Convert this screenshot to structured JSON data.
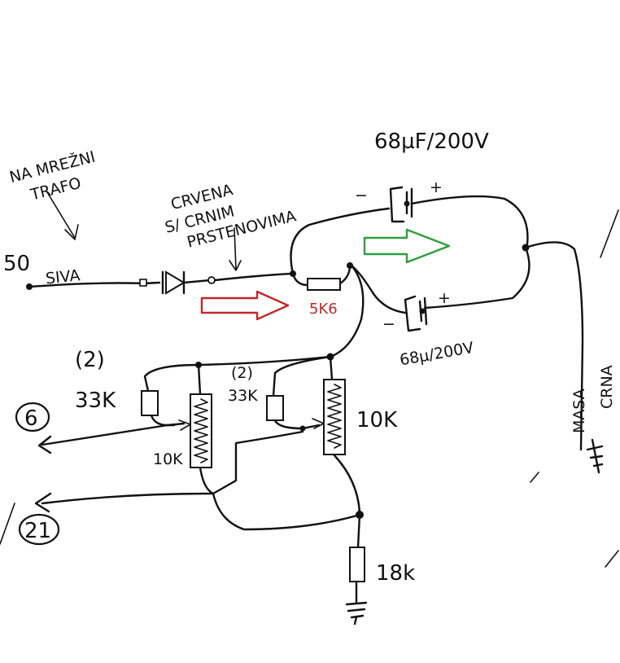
{
  "labels": {
    "mains_note": [
      "NA MREŽNI",
      "TRAFO"
    ],
    "wire_note": [
      "CRVENA",
      "S/ CRNIM",
      "PRSTENOVIMA"
    ],
    "input_pin": "50",
    "input_color": "SIVA",
    "cap_top": "68µF/200V",
    "cap_bottom": "68µ/200V",
    "resistor_series": "5K6",
    "ground_note": [
      "MASA",
      "CRNA"
    ],
    "pin_6": "6",
    "pin_21": "21",
    "qty_left": "(2)",
    "res_left": "33K",
    "qty_right": "(2)",
    "res_right": "33K",
    "pot_left": "10K",
    "pot_right": "10K",
    "res_bottom": "18k",
    "plus_top": "+",
    "minus_top": "−",
    "plus_bottom": "+",
    "minus_bottom": "−"
  },
  "colors": {
    "ink": "#111111",
    "arrow_red": "#c0282a",
    "arrow_green": "#2e9e3c",
    "paper": "#ffffff"
  },
  "icons": [
    "diode-icon",
    "ground-icon",
    "capacitor-icon",
    "resistor-icon",
    "potentiometer-icon",
    "arrow-icon"
  ]
}
